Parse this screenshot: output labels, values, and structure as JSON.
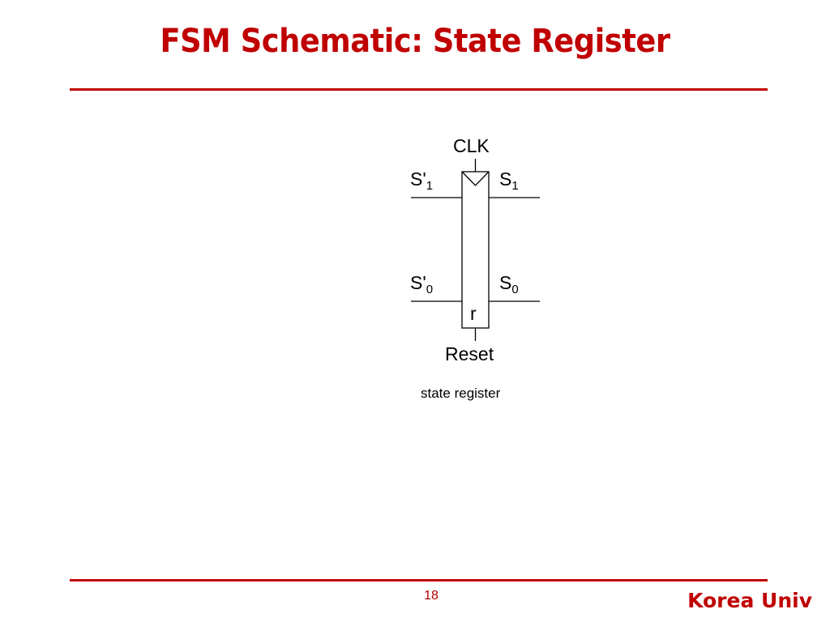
{
  "slide": {
    "title": "FSM Schematic: State Register",
    "page_number": "18",
    "brand": "Korea Univ",
    "accent_color": "#c00000"
  },
  "diagram": {
    "component": "state register",
    "clock_label": "CLK",
    "reset_label": "Reset",
    "reset_pin": "r",
    "inputs": [
      {
        "base": "S'",
        "sub": "1"
      },
      {
        "base": "S'",
        "sub": "0"
      }
    ],
    "outputs": [
      {
        "base": "S",
        "sub": "1"
      },
      {
        "base": "S",
        "sub": "0"
      }
    ]
  }
}
